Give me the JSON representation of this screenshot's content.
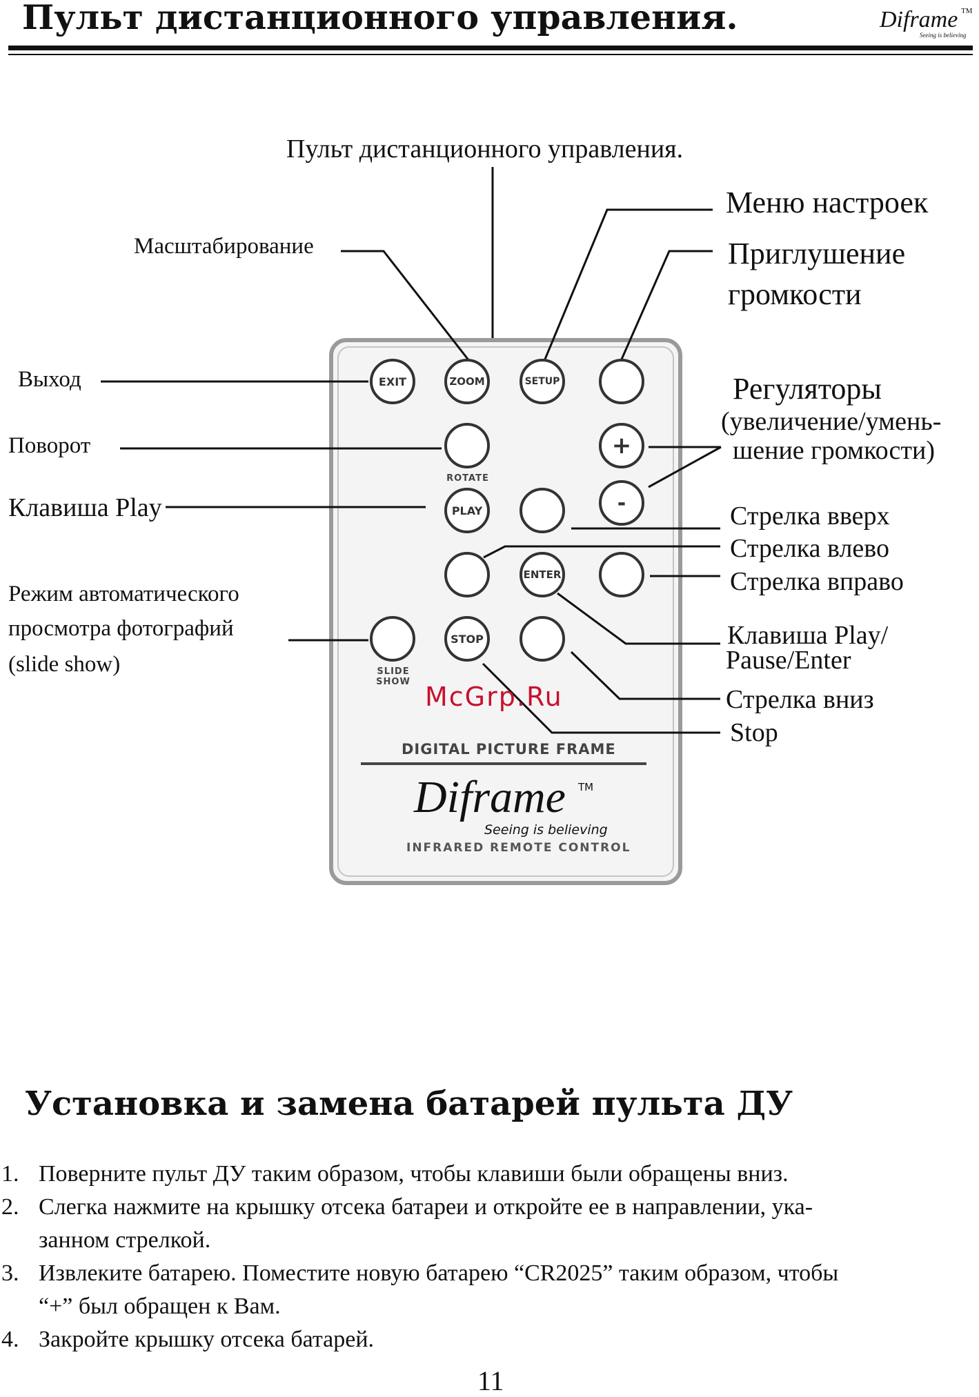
{
  "header": {
    "title": "Пульт дистанционного управления.",
    "logo_text": "Diframe",
    "logo_tagline": "Seeing is believing",
    "logo_tm": "TM"
  },
  "diagram": {
    "caption": "Пульт дистанционного управления.",
    "labels": {
      "zoom": "Масштабирование",
      "setup": "Меню настроек",
      "mute_1": "Приглушение",
      "mute_2": "громкости",
      "exit": "Выход",
      "volume_1": "Регуляторы",
      "volume_2": "(увеличение/умень-",
      "volume_3": "шение громкости)",
      "rotate": "Поворот",
      "play": "Клавиша Play",
      "up": "Стрелка вверх",
      "left": "Стрелка влево",
      "right": "Стрелка вправо",
      "slideshow_1": "Режим   автоматического",
      "slideshow_2": "просмотра фотографий",
      "slideshow_3": "(slide show)",
      "enter_1": "Клавиша Play/",
      "enter_2": "Pause/Enter",
      "down": "Стрелка вниз",
      "stop": "Stop"
    },
    "remote": {
      "buttons": {
        "exit": "EXIT",
        "zoom": "ZOOM",
        "setup": "SETUP",
        "plus": "+",
        "minus": "-",
        "play": "PLAY",
        "enter": "ENTER",
        "stop": "STOP"
      },
      "rotate_label": "ROTATE",
      "slide_label_1": "SLIDE",
      "slide_label_2": "SHOW",
      "panel_title": "DIGITAL PICTURE FRAME",
      "brand": "Diframe",
      "brand_tm": "TM",
      "brand_tagline": "Seeing is believing",
      "bottom_text": "INFRARED REMOTE CONTROL"
    },
    "watermark": "McGrp.Ru"
  },
  "section": {
    "title": "Установка и замена батарей пульта ДУ",
    "steps": [
      {
        "num": "1.",
        "lines": [
          "Поверните пульт ДУ таким образом, чтобы клавиши были обращены вниз."
        ]
      },
      {
        "num": "2.",
        "lines": [
          "Слегка  нажмите  на  крышку  отсека  батареи  и  откройте  ее  в  направлении,  ука-",
          "занном стрелкой."
        ]
      },
      {
        "num": "3.",
        "lines": [
          "Извлеките батарею. Поместите новую батарею “CR2025” таким образом, чтобы",
          "“+” был обращен к Вам."
        ]
      },
      {
        "num": "4.",
        "lines": [
          "Закройте крышку отсека батарей."
        ]
      }
    ]
  },
  "page_number": "11"
}
